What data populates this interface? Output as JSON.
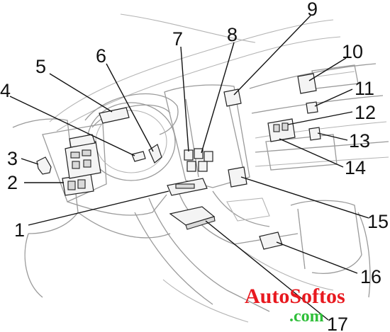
{
  "callouts": [
    "1",
    "2",
    "3",
    "4",
    "5",
    "6",
    "7",
    "8",
    "9",
    "10",
    "11",
    "12",
    "13",
    "14",
    "15",
    "16",
    "17"
  ],
  "watermark": {
    "line1": "AutoSoftos",
    "line2": ".com",
    "color1": "#e8191f",
    "color2": "#2fbf3a"
  }
}
